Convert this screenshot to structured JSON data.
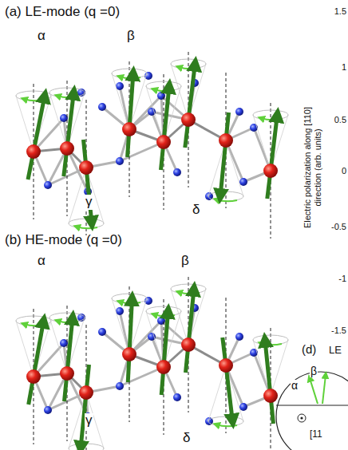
{
  "diagram": {
    "labels": [
      "(a) LE-mode (q =0)",
      "α",
      "β",
      "γ",
      "δ",
      "1.5",
      "1",
      "0.5",
      "0",
      "-0.5",
      "-1",
      "-1.5",
      "Electric polarization along [110] direction (arb. units)",
      "(b) HE-mode (q =0)",
      "α",
      "β",
      "γ",
      "δ",
      "(d)",
      "LE",
      "α",
      "β",
      "[11"
    ]
  }
}
